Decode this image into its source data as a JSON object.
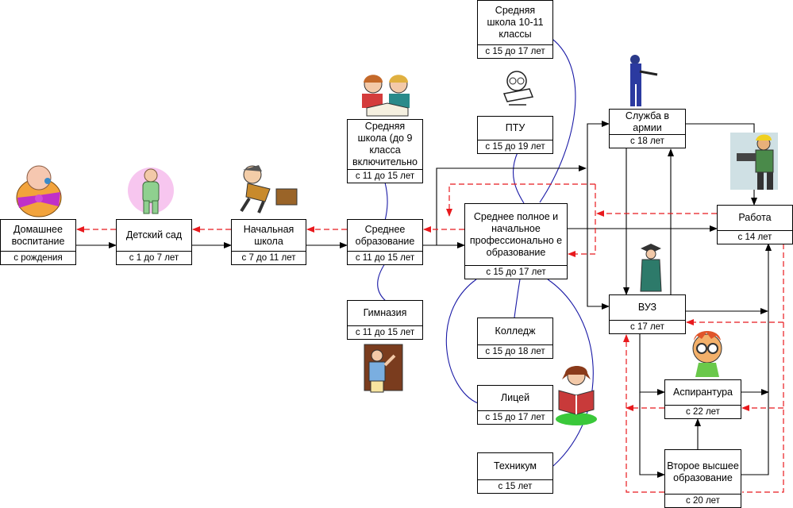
{
  "nodes": {
    "home": {
      "title": "Домашнее воспитание",
      "age": "с рождения"
    },
    "kinder": {
      "title": "Детский сад",
      "age": "с 1 до 7 лет"
    },
    "primary": {
      "title": "Начальная школа",
      "age": "с 7 до 11 лет"
    },
    "secondary": {
      "title": "Среднее образование",
      "age": "с 11 до 15 лет"
    },
    "middle9": {
      "title": "Средняя школа (до 9 класса включительно",
      "age": "с 11 до 15 лет"
    },
    "gymnasium": {
      "title": "Гимназия",
      "age": "с 11 до 15 лет"
    },
    "school1011": {
      "title": "Средняя школа 10-11 классы",
      "age": "с 15 до 17 лет"
    },
    "ptu": {
      "title": "ПТУ",
      "age": "с 15 до 19 лет"
    },
    "fullsec": {
      "title": "Среднее полное и начальное профессионально е образование",
      "age": "с 15 до 17 лет"
    },
    "college": {
      "title": "Колледж",
      "age": "с 15 до 18 лет"
    },
    "lyceum": {
      "title": "Лицей",
      "age": "с 15 до 17 лет"
    },
    "technikum": {
      "title": "Техникум",
      "age": "с 15 лет"
    },
    "army": {
      "title": "Служба в армии",
      "age": "с 18 лет"
    },
    "work": {
      "title": "Работа",
      "age": "с 14 лет"
    },
    "vuz": {
      "title": "ВУЗ",
      "age": "с 17 лет"
    },
    "aspirant": {
      "title": "Аспирантура",
      "age": "с 22 лет"
    },
    "second": {
      "title": "Второе высшее образование",
      "age": "с 20 лет"
    }
  },
  "colors": {
    "solid_arrow": "#000000",
    "dashed_arrow": "#e8191d",
    "branch_curve": "#1a1aa6"
  },
  "illustrations": [
    "baby-clipart",
    "toddler-clipart",
    "schoolboy-clipart",
    "reading-kids-clipart",
    "teacher-clipart",
    "graduate-clipart",
    "soldier-clipart",
    "worker-clipart",
    "scientist-clipart",
    "reading-girl-clipart",
    "reader-clipart"
  ]
}
